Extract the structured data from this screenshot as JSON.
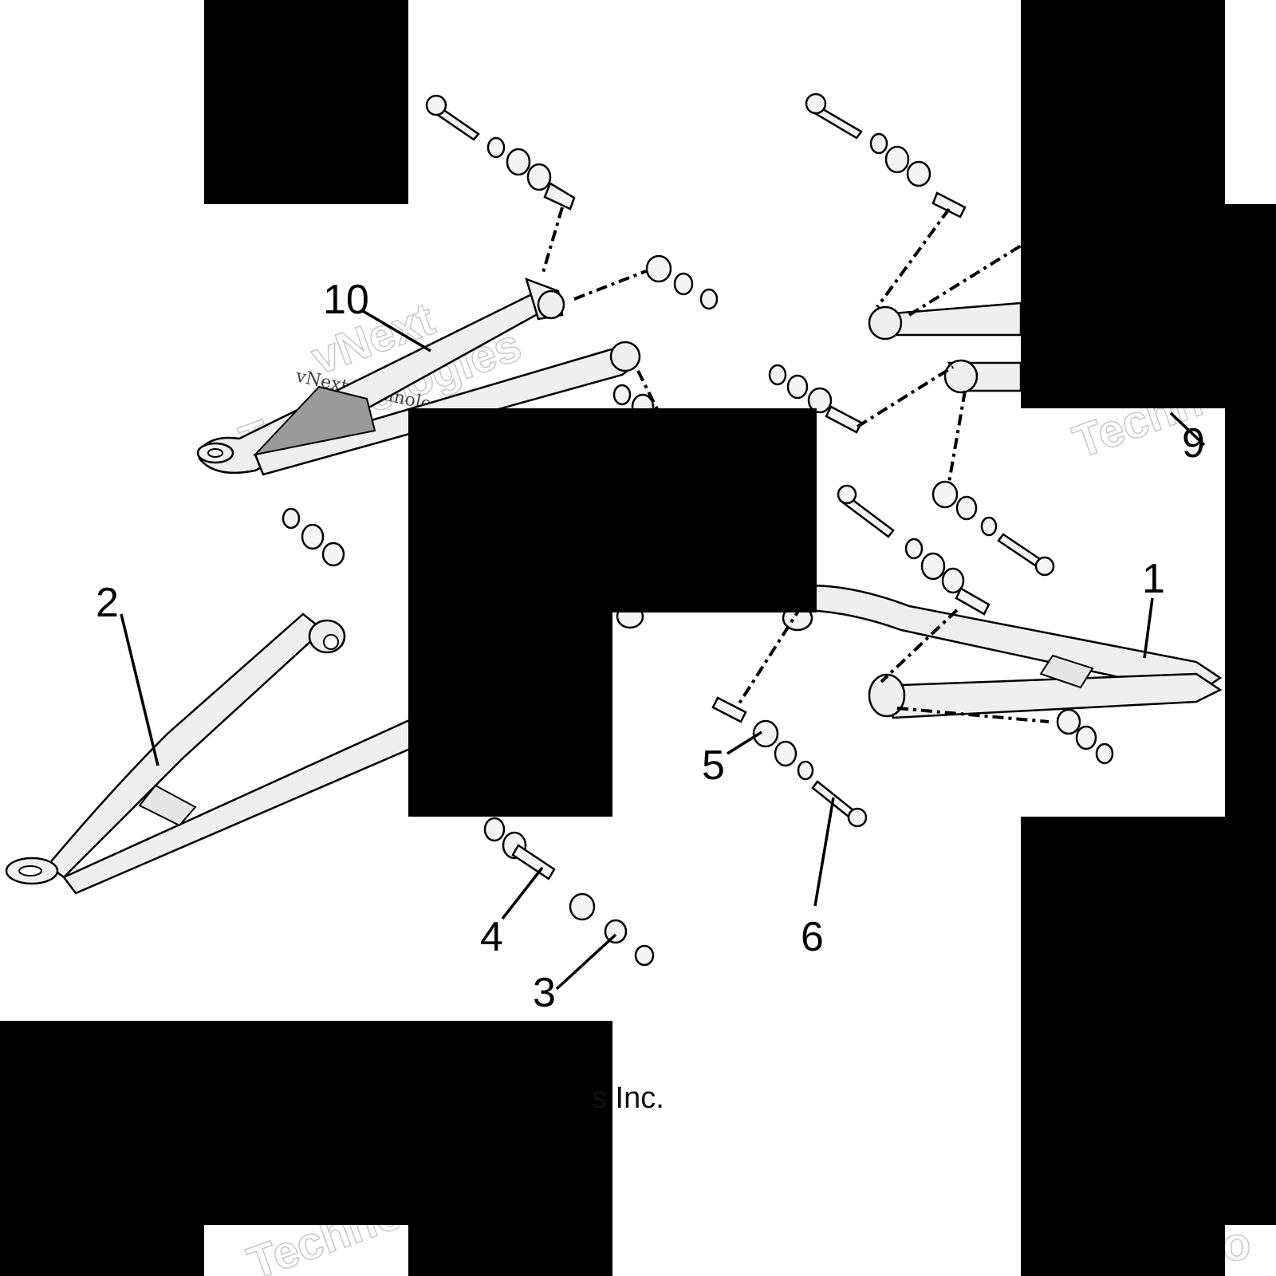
{
  "diagram": {
    "callouts": [
      {
        "id": "1",
        "label": "1"
      },
      {
        "id": "2",
        "label": "2"
      },
      {
        "id": "3",
        "label": "3"
      },
      {
        "id": "4",
        "label": "4"
      },
      {
        "id": "5",
        "label": "5"
      },
      {
        "id": "6",
        "label": "6"
      },
      {
        "id": "9",
        "label": "9"
      },
      {
        "id": "10",
        "label": "10"
      }
    ],
    "watermarks": {
      "vnext": "vNext",
      "vnext_technologies": "vNext Technologies",
      "techno_a": "Techno",
      "techno_b": "Technologies",
      "techn_right": "Techn",
      "techno_bottom": "Techno",
      "edge_fragment": "o"
    },
    "caption_fragment": "s Inc."
  }
}
